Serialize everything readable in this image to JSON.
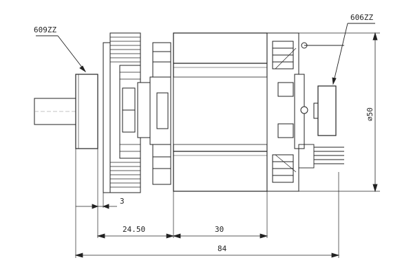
{
  "labels": {
    "bearing_left": "609ZZ",
    "bearing_right": "606ZZ",
    "dim_flange": "3",
    "dim_shaft_fan": "24.50",
    "dim_stator": "30",
    "dim_total": "84",
    "dim_diameter": "∅50"
  }
}
